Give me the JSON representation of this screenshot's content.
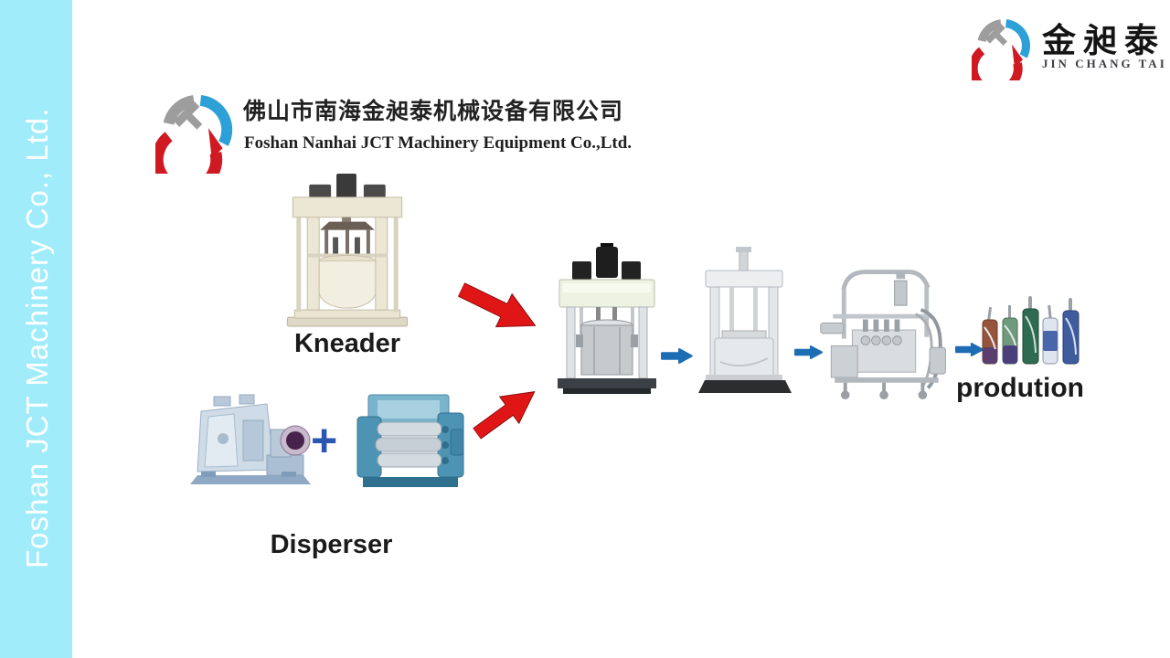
{
  "sidebar": {
    "company": "Foshan JCT Machinery Co., Ltd."
  },
  "header": {
    "company_cn": "佛山市南海金昶泰机械设备有限公司",
    "company_en": "Foshan Nanhai JCT Machinery Equipment Co.,Ltd."
  },
  "brand": {
    "name_cn": "金昶泰",
    "name_en": "JIN CHANG TAI"
  },
  "flow": {
    "kneader_label": "Kneader",
    "disperser_label": "Disperser",
    "plus_sign": "+",
    "production_label": "prodution"
  },
  "icons": {
    "logo": "jct-circular-logo",
    "machines": [
      "kneader-image",
      "sigma-disperser-image",
      "three-roll-mill-image",
      "planetary-mixer-image",
      "hydraulic-press-image",
      "filling-machine-image",
      "sealant-cartridges-image"
    ],
    "arrows": [
      "red-arrow-kneader-to-mixer",
      "red-arrow-disperser-to-mixer",
      "blue-arrow-mixer-to-press",
      "blue-arrow-press-to-filler",
      "blue-arrow-filler-to-product"
    ]
  },
  "colors": {
    "sidebar_bg": "#a0ecfa",
    "sidebar_text": "#ffffff",
    "red_arrow": "#e01616",
    "blue_arrow": "#1d6db5",
    "plus_blue": "#2b57b0",
    "logo_red": "#cf1a24",
    "logo_blue": "#2da0d8",
    "logo_gray": "#9d9d9d",
    "label_text": "#1b1b1b"
  }
}
